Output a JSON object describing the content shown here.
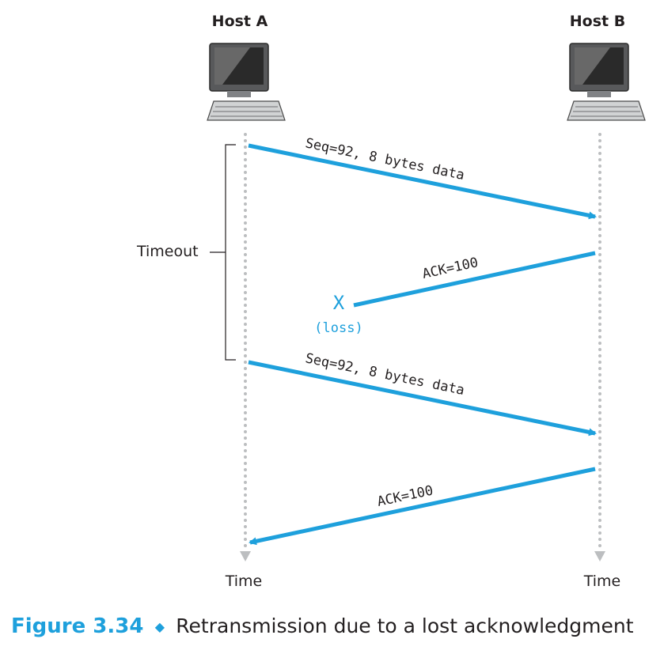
{
  "hosts": {
    "a": "Host A",
    "b": "Host B"
  },
  "time": {
    "a": "Time",
    "b": "Time"
  },
  "timeout_label": "Timeout",
  "messages": [
    {
      "label": "Seq=92, 8 bytes data",
      "from": "A",
      "to": "B",
      "lost": false
    },
    {
      "label": "ACK=100",
      "from": "B",
      "to": "A",
      "lost": true
    },
    {
      "label": "Seq=92, 8 bytes data",
      "from": "A",
      "to": "B",
      "lost": false
    },
    {
      "label": "ACK=100",
      "from": "B",
      "to": "A",
      "lost": false
    }
  ],
  "loss": {
    "mark": "X",
    "label": "(loss)"
  },
  "caption": {
    "figure_number": "Figure 3.34",
    "text": "Retransmission due to a lost acknowledgment"
  },
  "colors": {
    "arrow": "#1ea0dc",
    "timeline": "#bcbec0",
    "text": "#231f20"
  }
}
